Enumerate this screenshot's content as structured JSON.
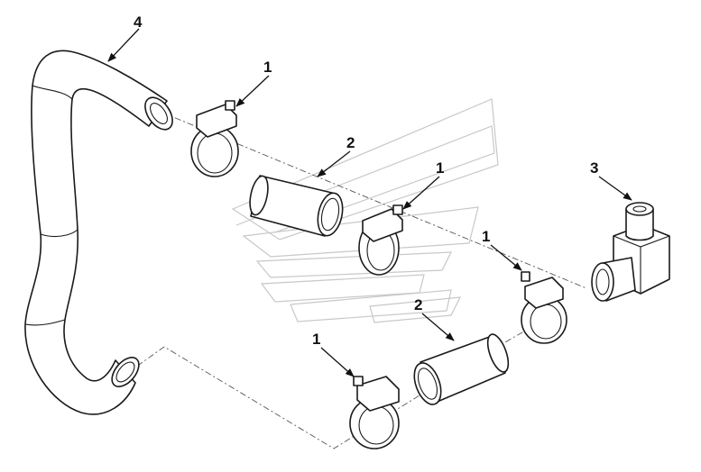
{
  "diagram": {
    "callouts": [
      {
        "id": "callout-4-hose",
        "label": "4"
      },
      {
        "id": "callout-1-clamp-top",
        "label": "1"
      },
      {
        "id": "callout-2-sleeve-top",
        "label": "2"
      },
      {
        "id": "callout-1-clamp-middle",
        "label": "1"
      },
      {
        "id": "callout-3-elbow",
        "label": "3"
      },
      {
        "id": "callout-1-clamp-right",
        "label": "1"
      },
      {
        "id": "callout-2-sleeve-bottom",
        "label": "2"
      },
      {
        "id": "callout-1-clamp-bottom",
        "label": "1"
      }
    ],
    "parts": [
      {
        "name": "formed-hose",
        "callout": "4"
      },
      {
        "name": "hose-clamp",
        "callout": "1"
      },
      {
        "name": "hose-sleeve",
        "callout": "2"
      },
      {
        "name": "elbow-fitting",
        "callout": "3"
      }
    ]
  }
}
